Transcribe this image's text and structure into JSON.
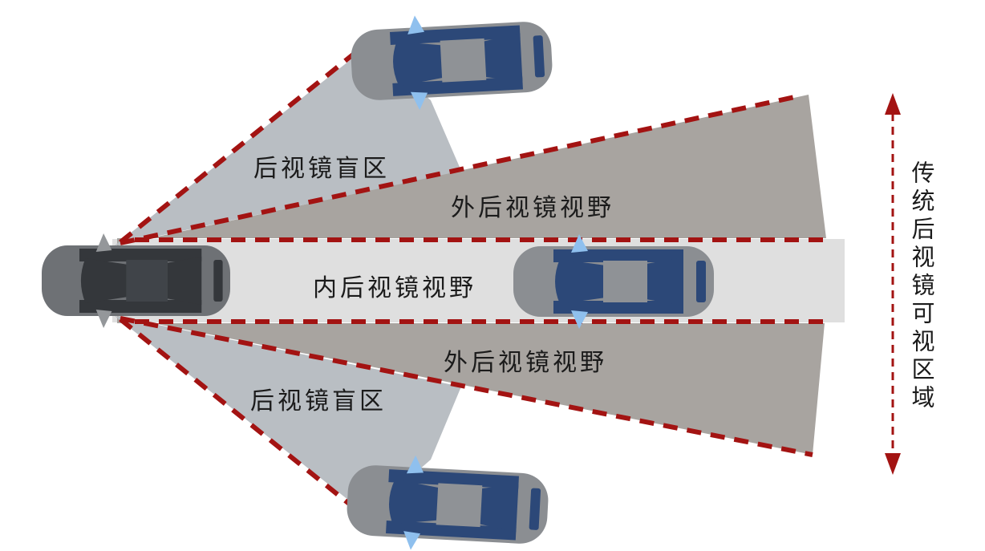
{
  "diagram": {
    "labels": {
      "blind_top": "后视镜盲区",
      "outer_top": "外后视镜视野",
      "inner": "内后视镜视野",
      "outer_bottom": "外后视镜视野",
      "blind_bottom": "后视镜盲区",
      "right_axis": "传统后视镜可视区域"
    },
    "zones": [
      {
        "name": "rearview-mirror-blind-zone-top",
        "label": "后视镜盲区"
      },
      {
        "name": "exterior-mirror-field-of-view-top",
        "label": "外后视镜视野"
      },
      {
        "name": "interior-mirror-field-of-view",
        "label": "内后视镜视野"
      },
      {
        "name": "exterior-mirror-field-of-view-bottom",
        "label": "外后视镜视野"
      },
      {
        "name": "rearview-mirror-blind-zone-bottom",
        "label": "后视镜盲区"
      }
    ],
    "vehicles": [
      {
        "name": "ego-vehicle",
        "icon": "dark-car-top-view-icon"
      },
      {
        "name": "vehicle-top-lane",
        "icon": "blue-car-top-view-icon"
      },
      {
        "name": "vehicle-same-lane",
        "icon": "blue-car-top-view-icon"
      },
      {
        "name": "vehicle-bottom-lane",
        "icon": "blue-car-top-view-icon"
      }
    ],
    "colors": {
      "background": "#ffffff",
      "dashed_line": "#a31312",
      "blind_zone": "#b9bec3",
      "mirror_zone": "#a8a4a0",
      "inner_zone": "#dfdfdf",
      "text": "#1b1b1b",
      "car_body": "#8b8e92",
      "car_glass": "#2c4878",
      "car_roof": "#8f9296",
      "car_mirror": "#8fc0ee",
      "ego_car_body": "#6e7175",
      "ego_car_glass": "#34373b",
      "ego_car_roof": "#404449",
      "ego_car_mirror": "#94979a"
    }
  }
}
